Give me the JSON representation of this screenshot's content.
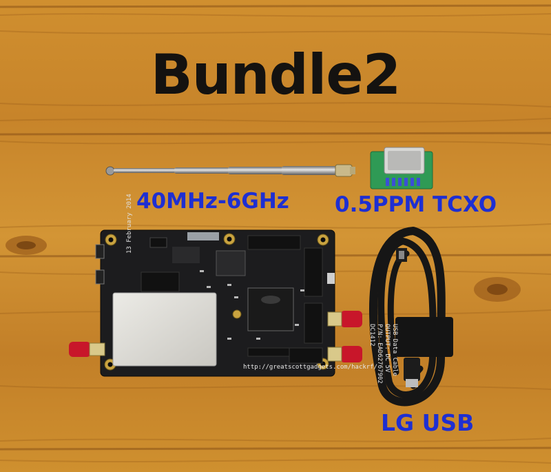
{
  "title": "Bundle2",
  "labels": {
    "antenna": "40MHz-6GHz",
    "tcxo": "0.5PPM TCXO",
    "usb_cable": "LG USB"
  },
  "board": {
    "url": "http://greatscottgadgets.com/hackrf/",
    "date": "13 February 2014"
  },
  "cable": {
    "print_lines": [
      "USB Data Cable",
      "OUTPUT: DC 5V",
      "P/N: EAD62767902",
      "DC1412"
    ]
  },
  "colors": {
    "wood": "#c98a2e",
    "label_blue": "#1e2fd2",
    "title_black": "#141210",
    "pcb": "#1c1c1e",
    "shield": "#d8d6d0",
    "sma_red": "#c8162a",
    "tcxo_green": "#2f9a55"
  }
}
